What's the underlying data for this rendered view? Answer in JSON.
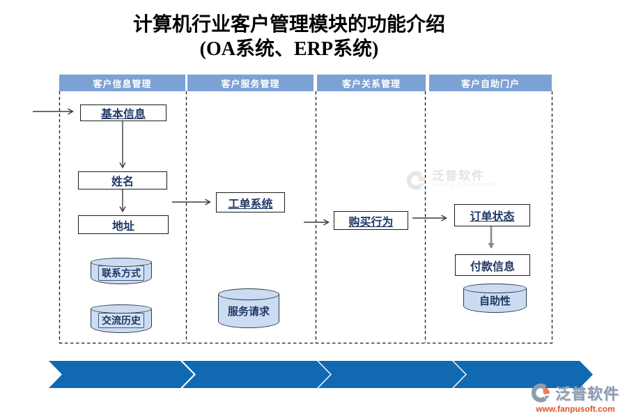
{
  "title": {
    "line1": "计算机行业客户管理模块的功能介绍",
    "line2": "(OA系统、ERP系统)"
  },
  "columns": [
    {
      "header": "客户信息管理"
    },
    {
      "header": "客户服务管理"
    },
    {
      "header": "客户关系管理"
    },
    {
      "header": "客户自助门户"
    }
  ],
  "nodes": {
    "basic_info": "基本信息",
    "name": "姓名",
    "address": "地址",
    "contact_method": "联系方式",
    "communication_history": "交流历史",
    "work_order_system": "工单系统",
    "service_request": "服务请求",
    "purchase_behavior": "购买行为",
    "order_status": "订单状态",
    "payment_info": "付款信息",
    "self_service": "自助性"
  },
  "watermark": {
    "brand": "泛普软件",
    "sub": "FANPU SOFTWARE"
  },
  "footer": {
    "brand": "泛普软件",
    "url": "www.fanpusoft.com"
  },
  "colors": {
    "header_bar": "#7CA1D5",
    "chevron_band": "#1169B2",
    "cylinder_fill": "#CBDCF2",
    "node_text": "#1F3864",
    "brand_gray": "#8C9CB2",
    "brand_orange": "#DE5227"
  }
}
